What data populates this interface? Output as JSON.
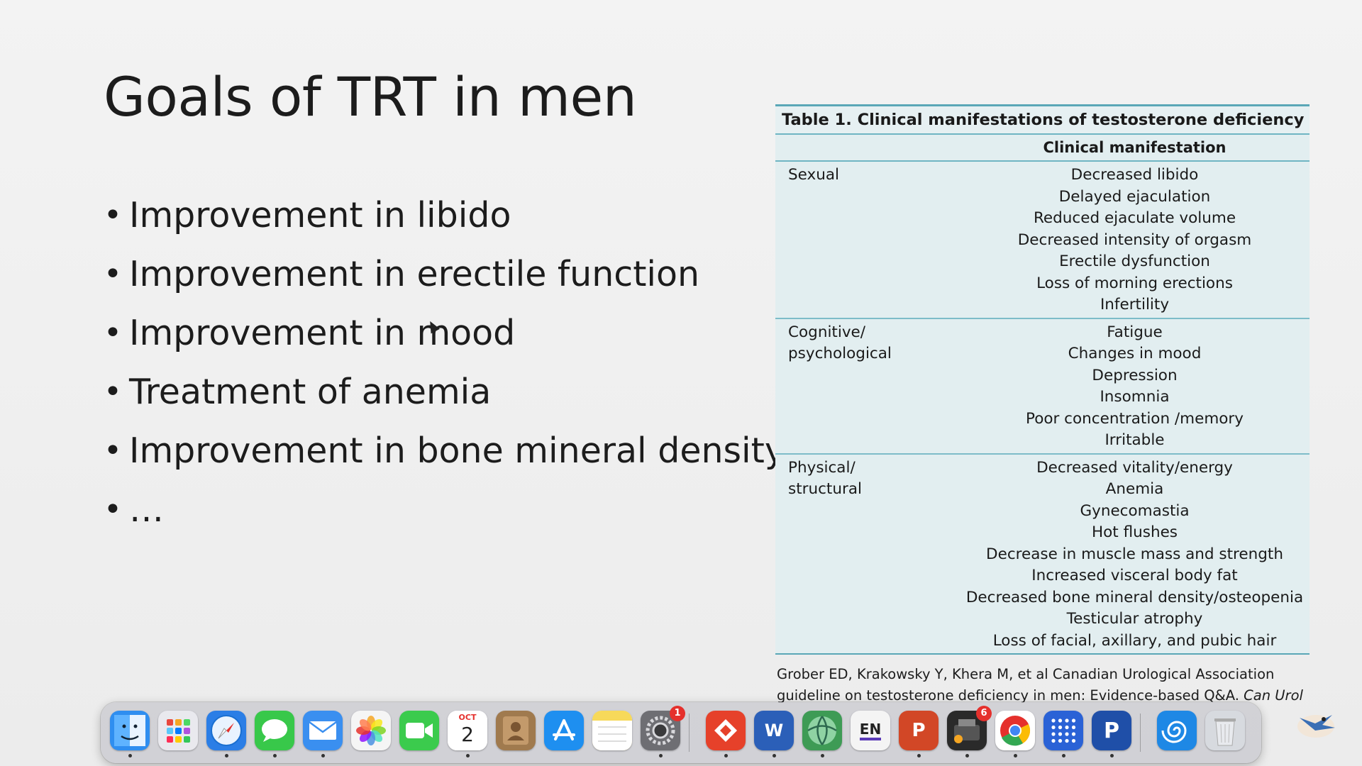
{
  "slide": {
    "title": "Goals of TRT in men",
    "bullet_char": "•",
    "bullets": [
      "Improvement in libido",
      "Improvement in erectile function",
      "Improvement in mood",
      "Treatment of anemia",
      "Improvement in bone mineral density",
      "…"
    ]
  },
  "table": {
    "caption": "Table 1. Clinical manifestations of testosterone deficiency",
    "column_header": "Clinical manifestation",
    "groups": [
      {
        "category": [
          "Sexual"
        ],
        "items": [
          "Decreased libido",
          "Delayed ejaculation",
          "Reduced ejaculate volume",
          "Decreased intensity of orgasm",
          "Erectile dysfunction",
          "Loss of morning erections",
          "Infertility"
        ]
      },
      {
        "category": [
          "Cognitive/",
          "psychological"
        ],
        "items": [
          "Fatigue",
          "Changes in mood",
          "Depression",
          "Insomnia",
          "Poor concentration /memory",
          "Irritable"
        ]
      },
      {
        "category": [
          "Physical/",
          "structural"
        ],
        "items": [
          "Decreased vitality/energy",
          "Anemia",
          "Gynecomastia",
          "Hot flushes",
          "Decrease in muscle mass and strength",
          "Increased visceral body fat",
          "Decreased bone mineral density/osteopenia",
          "Testicular atrophy",
          "Loss of facial, axillary, and pubic hair"
        ]
      }
    ]
  },
  "citation": {
    "line1": "Grober ED, Krakowsky Y, Khera M, et al Canadian Urological Association",
    "line2": "guideline on testosterone deficiency in men: Evidence-based Q&A.",
    "journal": "Can Urol"
  },
  "dock": {
    "calendar_month": "OCT",
    "calendar_day": "2",
    "settings_badge": "1",
    "word_label": "W",
    "lang_label": "EN",
    "ppt_label": "P",
    "app_badge": "6",
    "items": [
      {
        "name": "finder-icon",
        "color": "#2f8ef0"
      },
      {
        "name": "launchpad-icon",
        "color": "#e9e9ee"
      },
      {
        "name": "safari-icon",
        "color": "#2b7ee6"
      },
      {
        "name": "messages-icon",
        "color": "#38c84a"
      },
      {
        "name": "mail-icon",
        "color": "#3a8ff0"
      },
      {
        "name": "photos-icon",
        "color": "#f5f5f5"
      },
      {
        "name": "facetime-icon",
        "color": "#3bcb4d"
      },
      {
        "name": "calendar-icon",
        "color": "#ffffff"
      },
      {
        "name": "contacts-icon",
        "color": "#a07a4e"
      },
      {
        "name": "app-store-icon",
        "color": "#1e8ff0"
      },
      {
        "name": "notes-icon",
        "color": "#f7e38a"
      },
      {
        "name": "system-settings-icon",
        "color": "#6e6e73"
      },
      {
        "name": "anydesk-icon",
        "color": "#e6412a"
      },
      {
        "name": "word-icon",
        "color": "#2b5fb8"
      },
      {
        "name": "network-globe-icon",
        "color": "#3e9b55"
      },
      {
        "name": "language-icon",
        "color": "#f4f4f4"
      },
      {
        "name": "powerpoint-icon",
        "color": "#d24726"
      },
      {
        "name": "printer-app-icon",
        "color": "#2a2a2a"
      },
      {
        "name": "chrome-icon",
        "color": "#ffffff"
      },
      {
        "name": "dots-app-icon",
        "color": "#2a62d6"
      },
      {
        "name": "p-app-icon",
        "color": "#1f4fa8"
      },
      {
        "name": "spiral-app-icon",
        "color": "#1e88e5"
      },
      {
        "name": "trash-icon",
        "color": "#d7dadf"
      }
    ]
  }
}
